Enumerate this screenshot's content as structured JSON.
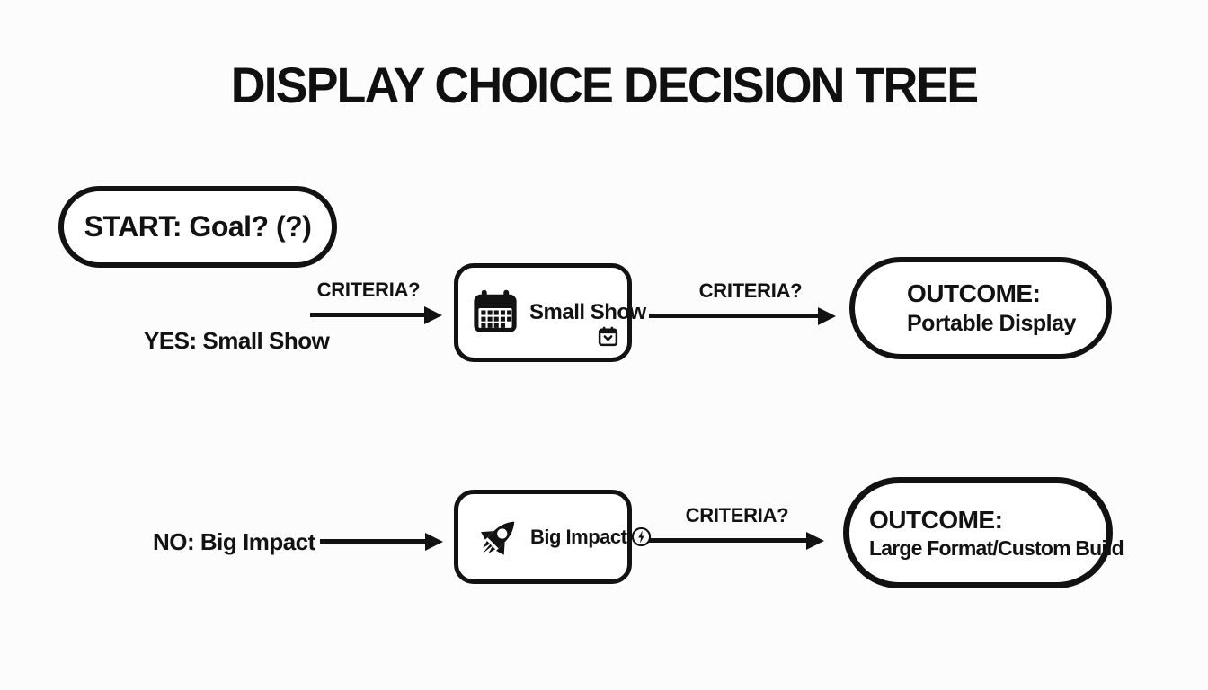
{
  "title": "DISPLAY CHOICE DECISION TREE",
  "colors": {
    "ink": "#121212",
    "background": "#fcfcfd",
    "node_fill": "#ffffff"
  },
  "start": {
    "label": "START: Goal? (?)"
  },
  "criteria_label": "CRITERIA?",
  "branches": {
    "yes": {
      "label": "YES: Small Show",
      "node": {
        "label": "Small Show",
        "icon": "calendar-icon",
        "badge_icon": "calendar-check-icon"
      },
      "outcome": {
        "heading": "OUTCOME:",
        "detail": "Portable Display"
      }
    },
    "no": {
      "label": "NO: Big Impact",
      "node": {
        "label": "Big Impact",
        "icon": "rocket-icon",
        "badge_icon": "bolt-circle-icon"
      },
      "outcome": {
        "heading": "OUTCOME:",
        "detail": "Large Format/Custom Build"
      }
    }
  }
}
